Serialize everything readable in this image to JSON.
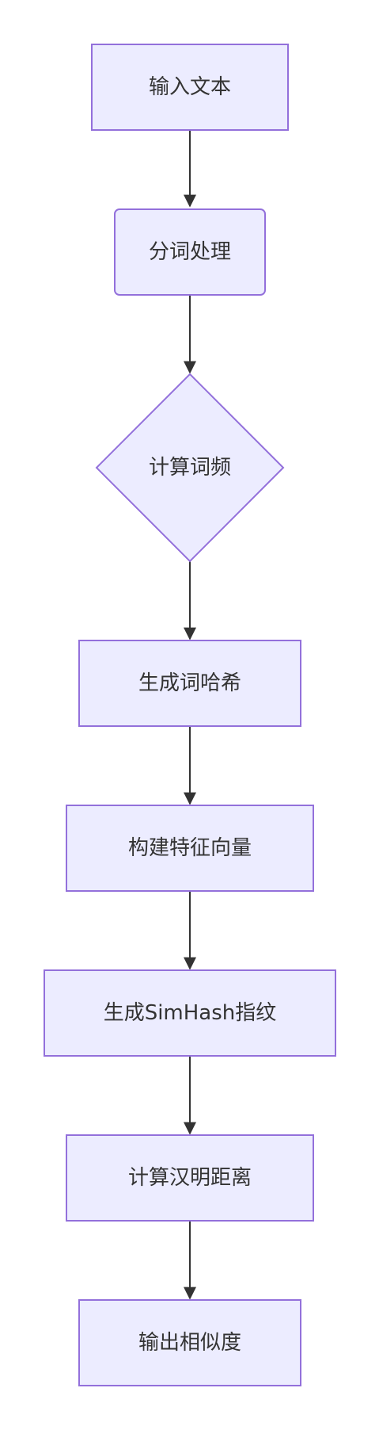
{
  "flowchart": {
    "nodes": [
      {
        "id": "n1",
        "label": "输入文本",
        "shape": "rect"
      },
      {
        "id": "n2",
        "label": "分词处理",
        "shape": "rounded"
      },
      {
        "id": "n3",
        "label": "计算词频",
        "shape": "diamond"
      },
      {
        "id": "n4",
        "label": "生成词哈希",
        "shape": "rect"
      },
      {
        "id": "n5",
        "label": "构建特征向量",
        "shape": "rect"
      },
      {
        "id": "n6",
        "label": "生成SimHash指纹",
        "shape": "rect"
      },
      {
        "id": "n7",
        "label": "计算汉明距离",
        "shape": "rect"
      },
      {
        "id": "n8",
        "label": "输出相似度",
        "shape": "rect"
      }
    ],
    "edges": [
      {
        "from": "n1",
        "to": "n2"
      },
      {
        "from": "n2",
        "to": "n3"
      },
      {
        "from": "n3",
        "to": "n4"
      },
      {
        "from": "n4",
        "to": "n5"
      },
      {
        "from": "n5",
        "to": "n6"
      },
      {
        "from": "n6",
        "to": "n7"
      },
      {
        "from": "n7",
        "to": "n8"
      }
    ]
  },
  "colors": {
    "node_fill": "#ececff",
    "node_stroke": "#9370db",
    "edge": "#333333",
    "text": "#333333"
  }
}
